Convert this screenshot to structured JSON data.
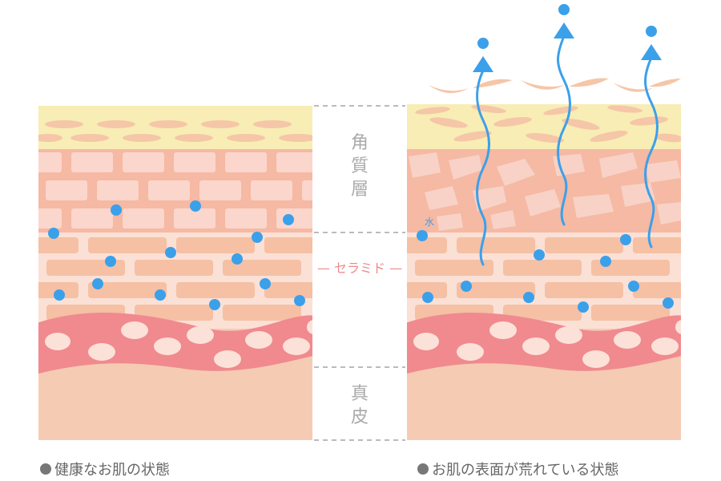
{
  "labels": {
    "stratum_corneum": [
      "角",
      "質",
      "層"
    ],
    "ceramide": "— セラミド —",
    "dermis": [
      "真",
      "皮"
    ],
    "water": "水"
  },
  "captions": {
    "healthy": "健康なお肌の状態",
    "rough": "お肌の表面が荒れている状態"
  },
  "colors": {
    "surface": "#f8edb4",
    "corneum": "#f5b9a4",
    "ceramide": "#fbe0d6",
    "epidermis_band": "#f08a8e",
    "dermis": "#f6cbb3",
    "water": "#3ba0ea",
    "label_text": "#aaaaaa",
    "ceramide_text": "#ee8a8a"
  }
}
